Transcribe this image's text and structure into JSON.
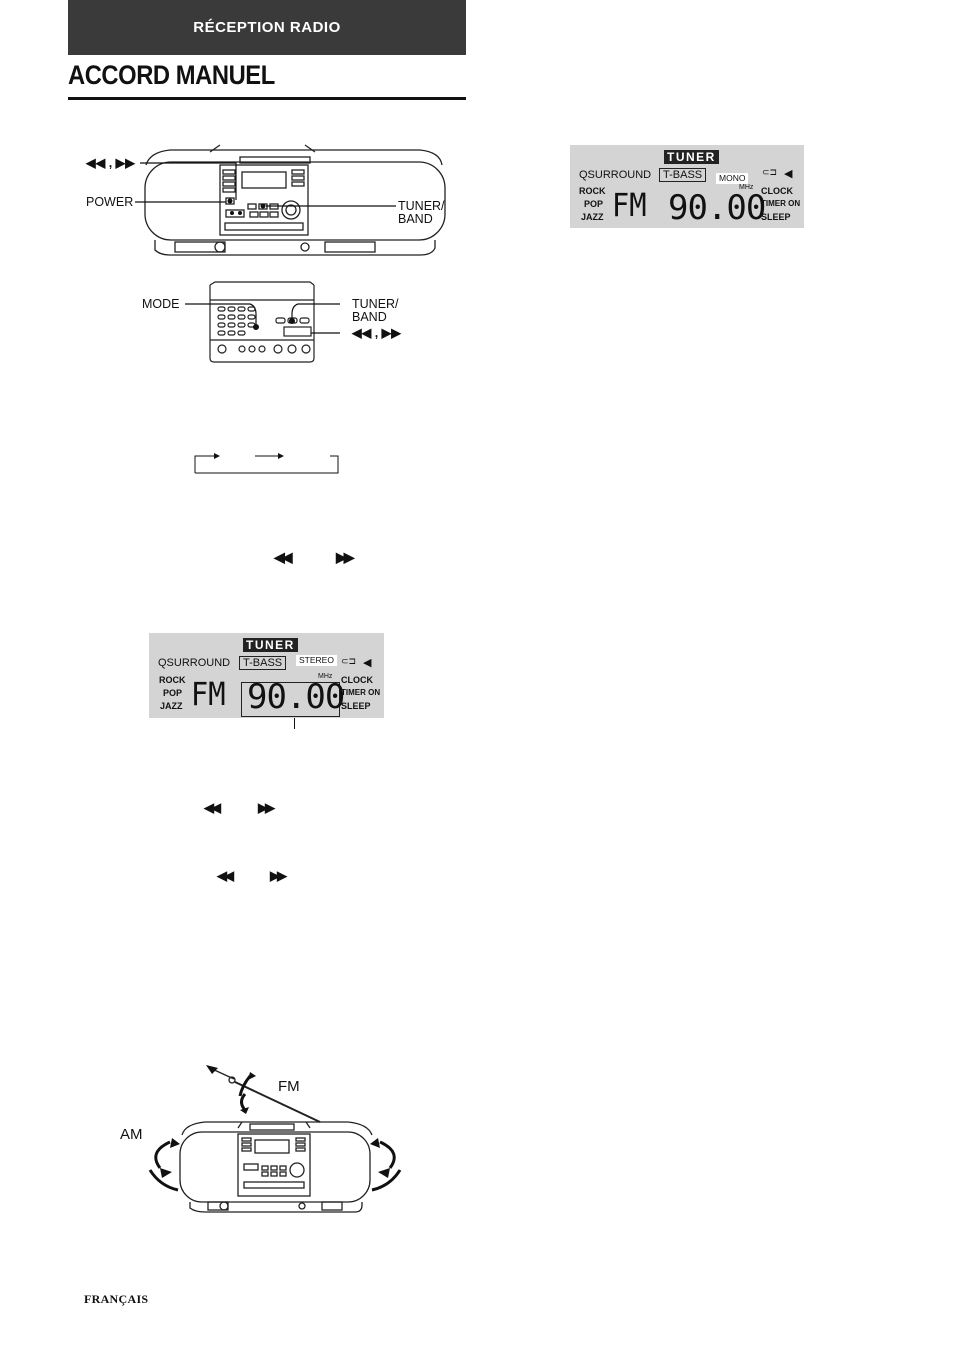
{
  "header": {
    "section": "RÉCEPTION RADIO",
    "title": "ACCORD MANUEL"
  },
  "figure_top": {
    "labels": {
      "skip": "◀◀ , ▶▶",
      "power": "POWER",
      "tuner_band": "TUNER/\nBAND"
    }
  },
  "figure_remote": {
    "labels": {
      "mode": "MODE",
      "tuner_band": "TUNER/\nBAND",
      "skip": "◀◀ , ▶▶"
    }
  },
  "skip_symbols": {
    "rew": "◀◀",
    "ff": "▶▶"
  },
  "display_stereo": {
    "tuner": "TUNER",
    "qsurround": "QSURROUND",
    "tbass": "T-BASS",
    "indicator": "STEREO",
    "rock": "ROCK",
    "pop": "POP",
    "jazz": "JAZZ",
    "band": "FM",
    "freq": "90.00",
    "unit": "MHz",
    "clock": "CLOCK",
    "timer": "TIMER ON",
    "sleep": "SLEEP",
    "cd": "⊂⊐",
    "arrow": "◀"
  },
  "display_mono": {
    "tuner": "TUNER",
    "qsurround": "QSURROUND",
    "tbass": "T-BASS",
    "indicator": "MONO",
    "rock": "ROCK",
    "pop": "POP",
    "jazz": "JAZZ",
    "band": "FM",
    "freq": "90.00",
    "unit": "MHz",
    "clock": "CLOCK",
    "timer": "TIMER ON",
    "sleep": "SLEEP",
    "cd": "⊂⊐",
    "arrow": "◀"
  },
  "figure_antenna": {
    "fm": "FM",
    "am": "AM"
  },
  "footer": {
    "language": "FRANÇAIS"
  }
}
